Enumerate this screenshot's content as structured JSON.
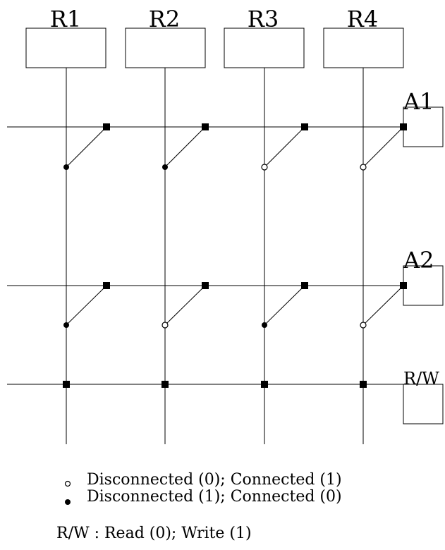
{
  "registers": [
    "R1",
    "R2",
    "R3",
    "R4"
  ],
  "address_lines": [
    "A1",
    "A2"
  ],
  "rw_label": "R/W",
  "switch_states": [
    [
      "connected",
      "connected",
      "disconnected",
      "disconnected"
    ],
    [
      "connected",
      "disconnected",
      "connected",
      "disconnected"
    ]
  ],
  "legend": {
    "open_text": "Disconnected (0); Connected (1)",
    "filled_text": "Disconnected (1); Connected (0)",
    "rw_text": "R/W : Read (0); Write (1)"
  }
}
